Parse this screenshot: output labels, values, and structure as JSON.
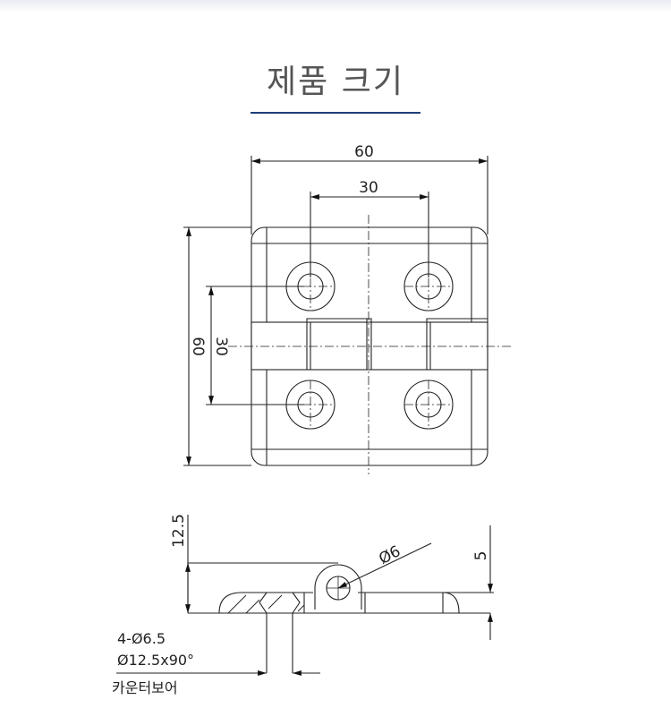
{
  "title": "제품 크기",
  "accent_color": "#1f3f7a",
  "dimensions": {
    "top_width": "60",
    "hole_spacing_horizontal": "30",
    "height": "60",
    "hole_spacing_vertical": "30",
    "total_thickness": "12.5",
    "pin_diameter": "Ø6",
    "plate_thickness": "5"
  },
  "hole_note": {
    "line1": "4-Ø6.5",
    "line2": "Ø12.5x90°",
    "line3": "카운터보어"
  }
}
